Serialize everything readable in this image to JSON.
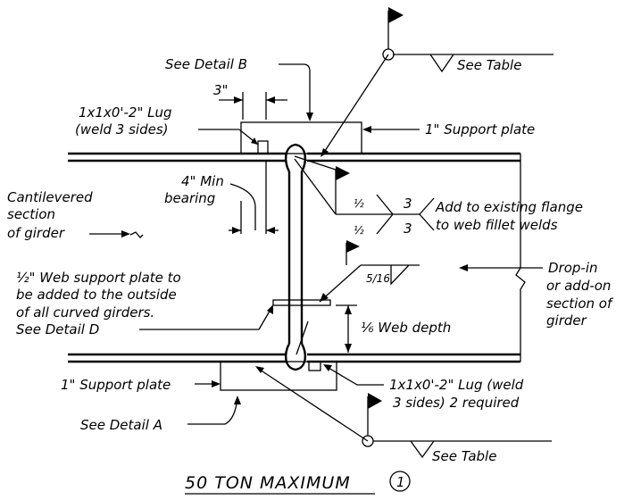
{
  "labels": {
    "see_detail_b": "See Detail B",
    "dim_3in": "3\"",
    "lug_top_line1": "1x1x0'-2\" Lug",
    "lug_top_line2": "(weld 3 sides)",
    "support_plate_top": "1\" Support plate",
    "see_table_top": "See Table",
    "min_bearing_line1": "4\" Min",
    "min_bearing_line2": "bearing",
    "cantilevered_line1": "Cantilevered",
    "cantilevered_line2": "section",
    "cantilevered_line3": "of girder",
    "weld_half_top": "½",
    "weld_half_bottom": "½",
    "weld_size_top": "3",
    "weld_size_bottom": "3",
    "add_flange_line1": "Add to existing flange",
    "add_flange_line2": "to web fillet welds",
    "web_support_line1": "½\" Web support plate to",
    "web_support_line2": "be added to the outside",
    "web_support_line3": "of all curved girders.",
    "web_support_line4": "See Detail D",
    "weld_5_16": "5/16",
    "drop_in_line1": "Drop-in",
    "drop_in_line2": "or add-on",
    "drop_in_line3": "section of",
    "drop_in_line4": "girder",
    "web_depth": "⅙  Web depth",
    "support_plate_bottom": "1\" Support plate",
    "lug_bottom_line1": "1x1x0'-2\" Lug (weld",
    "lug_bottom_line2": "3 sides) 2 required",
    "see_detail_a": "See Detail A",
    "see_table_bottom": "See Table",
    "title": "50 TON MAXIMUM",
    "detail_number": "1"
  }
}
